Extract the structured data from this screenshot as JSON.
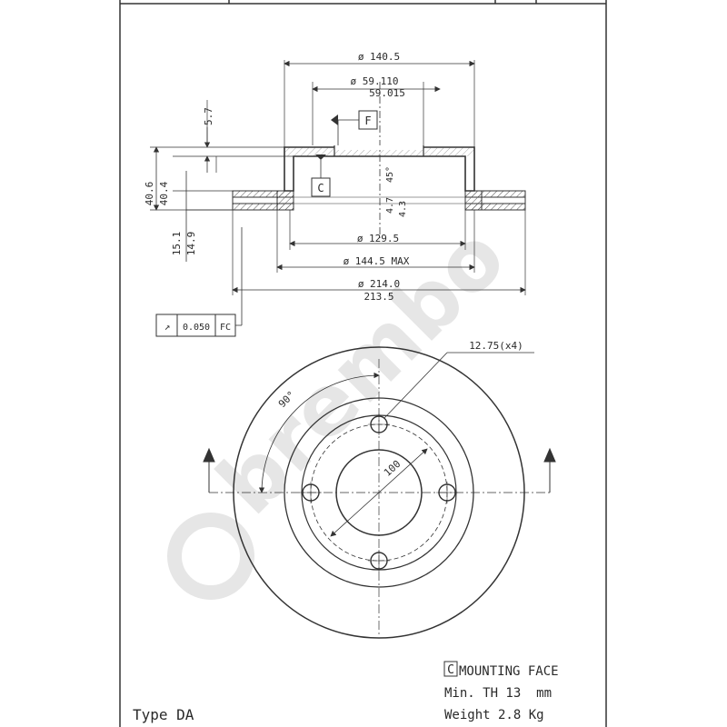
{
  "drawing": {
    "dims": {
      "d_outer_mount": "ø 140.5",
      "d_hub_max": "ø 59.110",
      "d_hub_min": "59.015",
      "height_offset": "5.7",
      "total_height_max": "40.6",
      "total_height_min": "40.4",
      "d_inner_friction": "ø 129.5",
      "d_ring_max": "ø 144.5 MAX",
      "d_disc_max": "ø 214.0",
      "d_disc_min": "213.5",
      "thickness_max": "15.1",
      "thickness_min": "14.9",
      "vent_small": "4.7",
      "vent_small_b": "4.3",
      "chamfer_angle": "45°",
      "bolt_hole_dia": "12.75(x4)",
      "pcd": "100",
      "bolt_angle": "90°"
    },
    "datums": {
      "f": "F",
      "c": "C"
    },
    "tolerance": {
      "symbol": "↗",
      "value": "0.050",
      "ref": "FC"
    }
  },
  "notes": {
    "mounting": "MOUNTING FACE",
    "mounting_marker": "C",
    "min_th": "Min. TH 13  mm",
    "weight": "Weight 2.8 Kg",
    "type": "Type DA"
  },
  "colors": {
    "line": "#333333",
    "watermark": "#e2e2e2",
    "hatch": "#555555"
  }
}
